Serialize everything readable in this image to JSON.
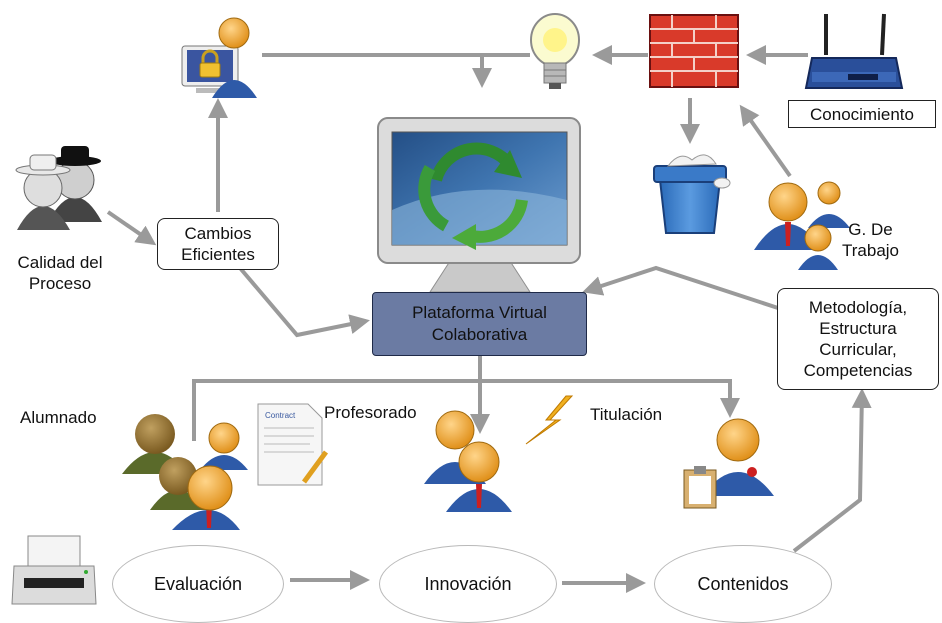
{
  "nodes": {
    "knowledge": "Conocimiento",
    "work_group": [
      "G. De",
      "Trabajo"
    ],
    "process_quality": [
      "Calidad del",
      "Proceso"
    ],
    "efficient_changes": [
      "Cambios",
      "Eficientes"
    ],
    "platform": [
      "Plataforma Virtual",
      "Colaborativa"
    ],
    "methodology": [
      "Metodología,",
      "Estructura",
      "Curricular,",
      "Competencias"
    ],
    "students": "Alumnado",
    "teachers": "Profesorado",
    "degree": "Titulación",
    "evaluation": "Evaluación",
    "innovation": "Innovación",
    "contents": "Contenidos"
  },
  "icons": [
    "locked-user-computer-icon",
    "lightbulb-icon",
    "firewall-icon",
    "router-icon",
    "monitor-icon",
    "recycle-arrows-icon",
    "trash-bin-icon",
    "work-group-icon",
    "spy-users-icon",
    "student-group-icon",
    "contract-document-icon",
    "teacher-pair-icon",
    "lightning-icon",
    "graduate-clipboard-icon",
    "printer-icon"
  ],
  "colors": {
    "arrow": "#9a9a9a",
    "platform_fill": "#6b7ba3",
    "person_head": "#f0a028",
    "person_suit": "#2e5aa8",
    "firewall": "#d93a2a"
  }
}
